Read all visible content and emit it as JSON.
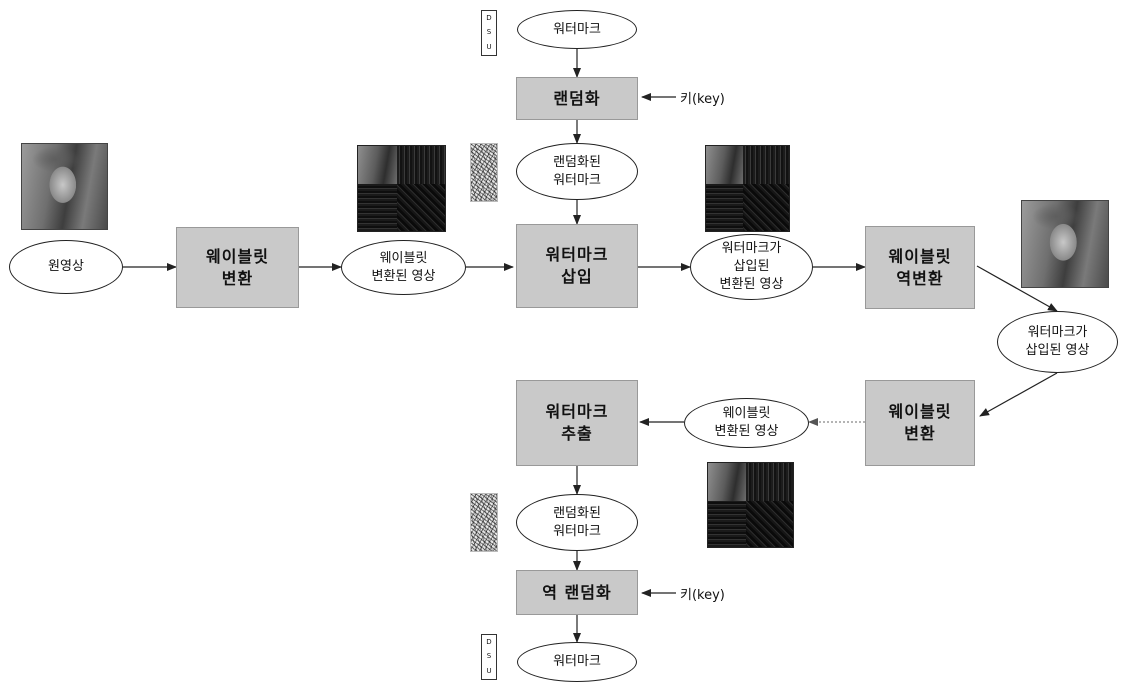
{
  "nodes": {
    "watermark_top": "워터마크",
    "randomize": "랜덤화",
    "key_top": "키(key)",
    "randomized_wm_top": "랜덤화된\n워터마크",
    "original_image": "원영상",
    "dwt_forward": "웨이블릿\n변환",
    "dwt_image": "웨이블릿\n변환된 영상",
    "embed": "워터마크\n삽입",
    "embedded_dwt": "워터마크가\n삽입된\n변환된 영상",
    "idwt": "웨이블릿\n역변환",
    "watermarked_image": "워터마크가\n삽입된 영상",
    "dwt_again": "웨이블릿\n변환",
    "dwt_image_again": "웨이블릿\n변환된 영상",
    "extract": "워터마크\n추출",
    "randomized_wm_bottom": "랜덤화된\n워터마크",
    "inverse_randomize": "역 랜덤화",
    "key_bottom": "키(key)",
    "watermark_bottom": "워터마크"
  },
  "watermark_logo": [
    "D",
    "S",
    "U"
  ],
  "colors": {
    "process_box": "#c9c9c9",
    "line": "#222222",
    "dotted_line": "#888888"
  }
}
